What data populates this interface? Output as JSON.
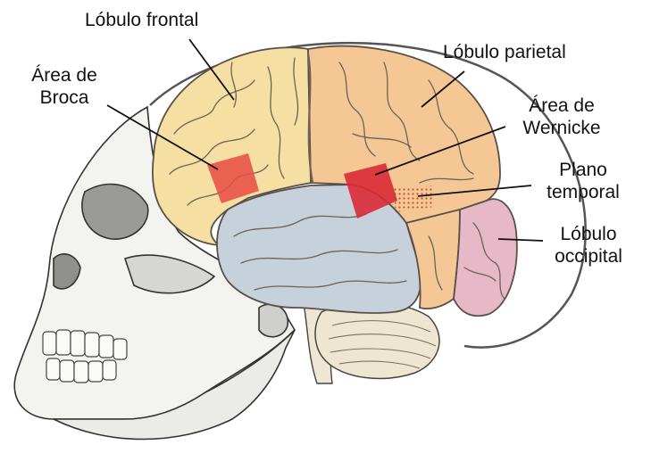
{
  "labels": {
    "frontal": "Lóbulo frontal",
    "broca_line1": "Área de",
    "broca_line2": "Broca",
    "parietal": "Lóbulo parietal",
    "wernicke_line1": "Área de",
    "wernicke_line2": "Wernicke",
    "plano_line1": "Plano",
    "plano_line2": "temporal",
    "occipital_line1": "Lóbulo",
    "occipital_line2": "occipital"
  },
  "colors": {
    "frontal_lobe": "#f5dfa3",
    "parietal_lobe": "#f4c795",
    "temporal_lobe": "#c7d1dc",
    "occipital_lobe": "#e6b8c8",
    "broca_area": "#e84f45",
    "wernicke_area": "#d92a35",
    "planum_temporale": "#f08a70",
    "cerebellum": "#efe6d2",
    "skull": "#f3f3f0",
    "leader_line": "#111111"
  }
}
